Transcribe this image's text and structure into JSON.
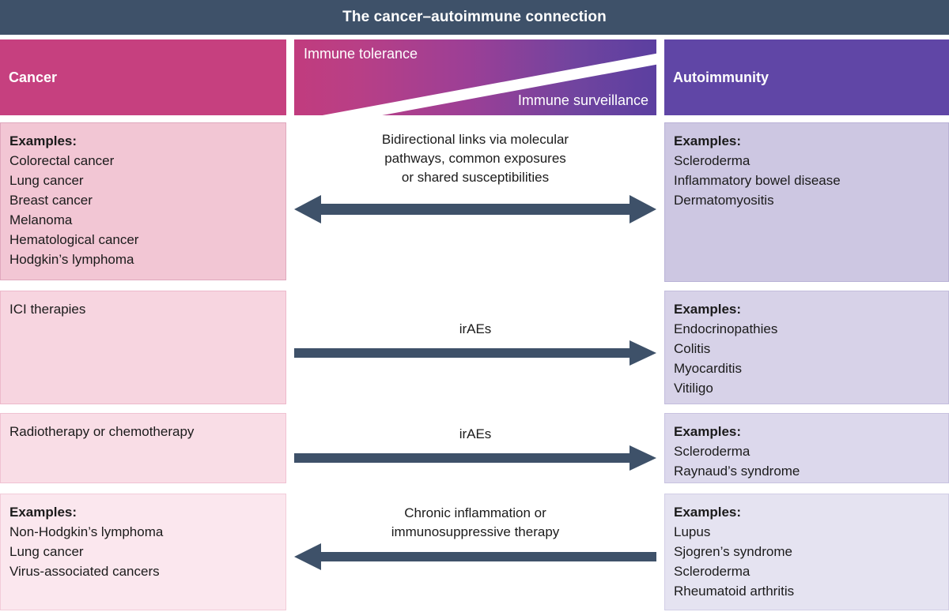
{
  "title": "The cancer–autoimmune connection",
  "header": {
    "left": "Cancer",
    "middle_top": "Immune tolerance",
    "middle_bottom": "Immune surveillance",
    "right": "Autoimmunity"
  },
  "colors": {
    "title_bar": "#3e5169",
    "cancer_header": "#c6407f",
    "autoimmunity_header": "#6046a6",
    "gradient_start": "#c13c7e",
    "gradient_end": "#5b3fa0",
    "arrow": "#3e5169",
    "cancer_box": "#f2c6d4",
    "autoimmunity_box": "#cdc7e2"
  },
  "rows": [
    {
      "left": {
        "lead": "Examples:",
        "items": [
          "Colorectal cancer",
          "Lung cancer",
          "Breast cancer",
          "Melanoma",
          "Hematological cancer",
          "Hodgkin’s lymphoma"
        ]
      },
      "arrow": {
        "direction": "both",
        "caption_lines": [
          "Bidirectional links via molecular",
          "pathways, common exposures",
          "or shared susceptibilities"
        ]
      },
      "right": {
        "lead": "Examples:",
        "items": [
          "Scleroderma",
          "Inflammatory bowel disease",
          "Dermatomyositis"
        ]
      }
    },
    {
      "left": {
        "lead": "",
        "items": [
          "ICI therapies"
        ]
      },
      "arrow": {
        "direction": "right",
        "caption_lines": [
          "irAEs"
        ]
      },
      "right": {
        "lead": "Examples:",
        "items": [
          "Endocrinopathies",
          "Colitis",
          "Myocarditis",
          "Vitiligo"
        ]
      }
    },
    {
      "left": {
        "lead": "",
        "items": [
          "Radiotherapy or chemotherapy"
        ]
      },
      "arrow": {
        "direction": "right",
        "caption_lines": [
          "irAEs"
        ]
      },
      "right": {
        "lead": "Examples:",
        "items": [
          "Scleroderma",
          "Raynaud’s syndrome"
        ]
      }
    },
    {
      "left": {
        "lead": "Examples:",
        "items": [
          "Non-Hodgkin’s lymphoma",
          "Lung cancer",
          "Virus-associated cancers"
        ]
      },
      "arrow": {
        "direction": "left",
        "caption_lines": [
          "Chronic inflammation or",
          "immunosuppressive therapy"
        ]
      },
      "right": {
        "lead": "Examples:",
        "items": [
          "Lupus",
          "Sjogren’s syndrome",
          "Scleroderma",
          "Rheumatoid arthritis"
        ]
      }
    }
  ]
}
